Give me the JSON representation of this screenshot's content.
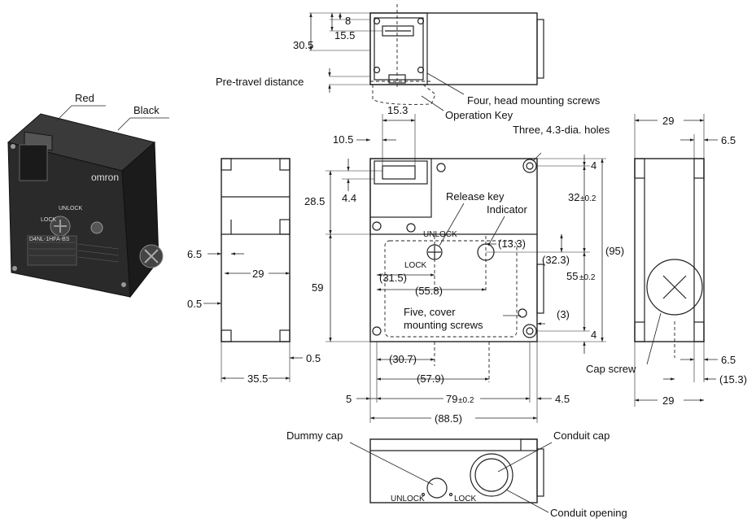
{
  "labels": {
    "red": "Red",
    "black": "Black",
    "pre_travel": "Pre-travel distance",
    "head_screws": "Four, head mounting screws",
    "operation_key": "Operation Key",
    "holes": "Three, 4.3-dia. holes",
    "release_key": "Release key",
    "indicator": "Indicator",
    "unlock_small": "UNLOCK",
    "lock_small": "LOCK",
    "cover_screws_1": "Five, cover",
    "cover_screws_2": "mounting screws",
    "cap_screw": "Cap screw",
    "dummy_cap": "Dummy cap",
    "conduit_cap": "Conduit cap",
    "conduit_opening": "Conduit opening",
    "unlock_bottom": "UNLOCK",
    "lock_bottom": "LOCK"
  },
  "product_photo": {
    "brand": "omron",
    "unlock": "UNLOCK",
    "lock": "LOCK",
    "model": "D4NL-1HFA-BS"
  },
  "dims": {
    "d8": "8",
    "d15_5": "15.5",
    "d30_5": "30.5",
    "d15_3": "15.3",
    "d10_5": "10.5",
    "d4_4": "4.4",
    "d28_5": "28.5",
    "d59": "59",
    "d6_5_left": "6.5",
    "d29_left": "29",
    "d0_5_left": "0.5",
    "d0_5_bottom": "0.5",
    "d35_5": "35.5",
    "d13_3": "(13.3)",
    "d31_5": "(31.5)",
    "d55_8": "(55.8)",
    "d32_3": "(32.3)",
    "d3": "(3)",
    "d30_7": "(30.7)",
    "d57_9": "(57.9)",
    "d5": "5",
    "d79": "79",
    "d79_tol": "±0.2",
    "d4_5": "4.5",
    "d88_5": "(88.5)",
    "d4_top": "4",
    "d32": "32",
    "d32_tol": "±0.2",
    "d55": "55",
    "d55_tol": "±0.2",
    "d4_bottom": "4",
    "d95": "(95)",
    "d29_right_top": "29",
    "d6_5_right_top": "6.5",
    "d6_5_right_bottom": "6.5",
    "d15_3_right": "(15.3)",
    "d29_right_bottom": "29"
  }
}
